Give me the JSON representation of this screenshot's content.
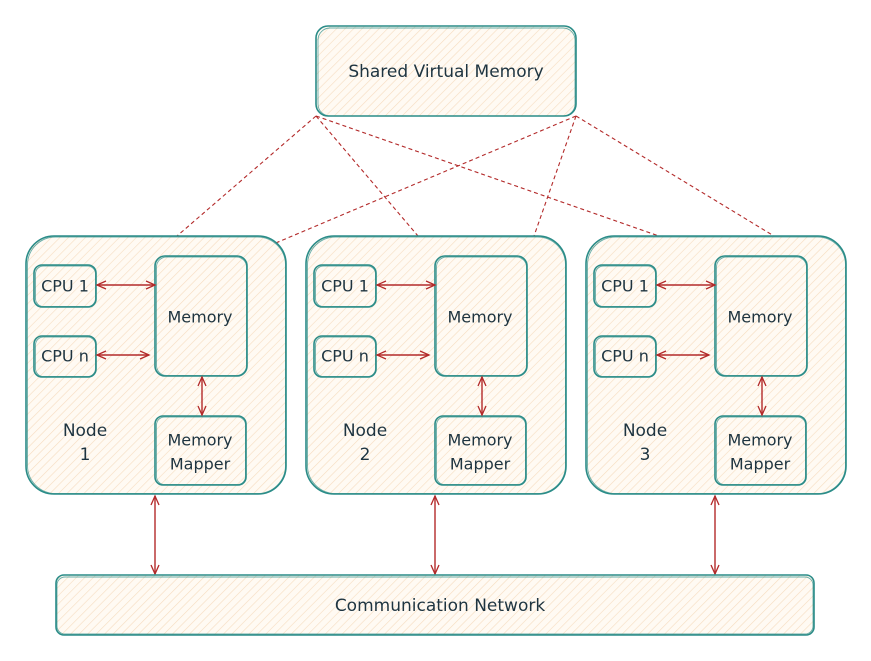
{
  "diagram": {
    "title_box": {
      "label": "Shared Virtual Memory"
    },
    "network_box": {
      "label": "Communication Network"
    },
    "nodes": [
      {
        "name": "node-1",
        "label_line1": "Node",
        "label_line2": "1",
        "cpu1": "CPU 1",
        "cpun": "CPU n",
        "memory": "Memory",
        "mapper_line1": "Memory",
        "mapper_line2": "Mapper"
      },
      {
        "name": "node-2",
        "label_line1": "Node",
        "label_line2": "2",
        "cpu1": "CPU 1",
        "cpun": "CPU n",
        "memory": "Memory",
        "mapper_line1": "Memory",
        "mapper_line2": "Mapper"
      },
      {
        "name": "node-3",
        "label_line1": "Node",
        "label_line2": "3",
        "cpu1": "CPU 1",
        "cpun": "CPU n",
        "memory": "Memory",
        "mapper_line1": "Memory",
        "mapper_line2": "Mapper"
      }
    ],
    "colors": {
      "stroke": "#2a8c88",
      "arrow": "#b32a2a",
      "fill": "#fdf3e6",
      "text": "#1e3440"
    }
  }
}
